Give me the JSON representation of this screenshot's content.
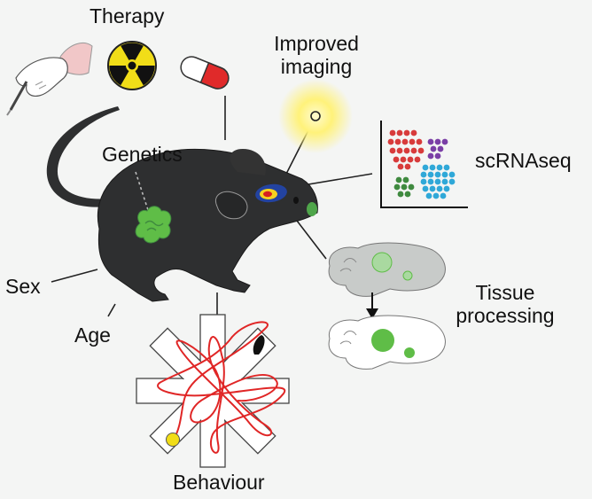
{
  "labels": {
    "therapy": "Therapy",
    "improved_imaging_line1": "Improved",
    "improved_imaging_line2": "imaging",
    "genetics": "Genetics",
    "scrnaseq": "scRNAseq",
    "sex": "Sex",
    "age": "Age",
    "tissue_processing_line1": "Tissue",
    "tissue_processing_line2": "processing",
    "behaviour": "Behaviour"
  },
  "icons": [
    "surgeon-hand-scalpel-icon",
    "radiation-trefoil-icon",
    "pill-capsule-icon",
    "light-probe-icon",
    "genetics-gene-icon",
    "scatter-cluster-icon",
    "brain-slice-icon",
    "radial-maze-icon"
  ],
  "colors": {
    "background": "#f4f5f4",
    "mouse": "#2e2f30",
    "gene_blob": "#5fbd47",
    "cluster_red": "#d83b3b",
    "cluster_purple": "#7a3ea6",
    "cluster_green": "#3f8a3f",
    "cluster_blue": "#2fa8d8",
    "maze_path": "#e02626",
    "imaging_glow": "#ffe83a"
  }
}
